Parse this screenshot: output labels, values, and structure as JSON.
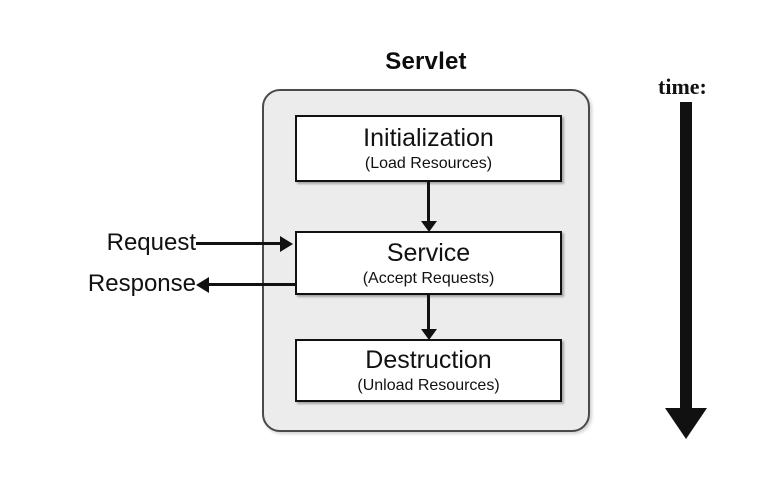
{
  "diagram": {
    "title": "Servlet",
    "time_axis": {
      "label": "time:",
      "direction": "downward",
      "arrow_icon": "down-arrow-icon"
    },
    "io": {
      "request_label": "Request",
      "response_label": "Response",
      "request_arrow_icon": "arrow-right-icon",
      "response_arrow_icon": "arrow-left-icon"
    },
    "stages": [
      {
        "title": "Initialization",
        "subtitle": "(Load Resources)"
      },
      {
        "title": "Service",
        "subtitle": "(Accept Requests)"
      },
      {
        "title": "Destruction",
        "subtitle": "(Unload Resources)"
      }
    ],
    "colors": {
      "container_fill": "#ececec",
      "container_border": "#4a4a4a",
      "box_fill": "#ffffff",
      "box_border": "#111111",
      "text": "#111111",
      "page_background": "#ffffff"
    }
  }
}
